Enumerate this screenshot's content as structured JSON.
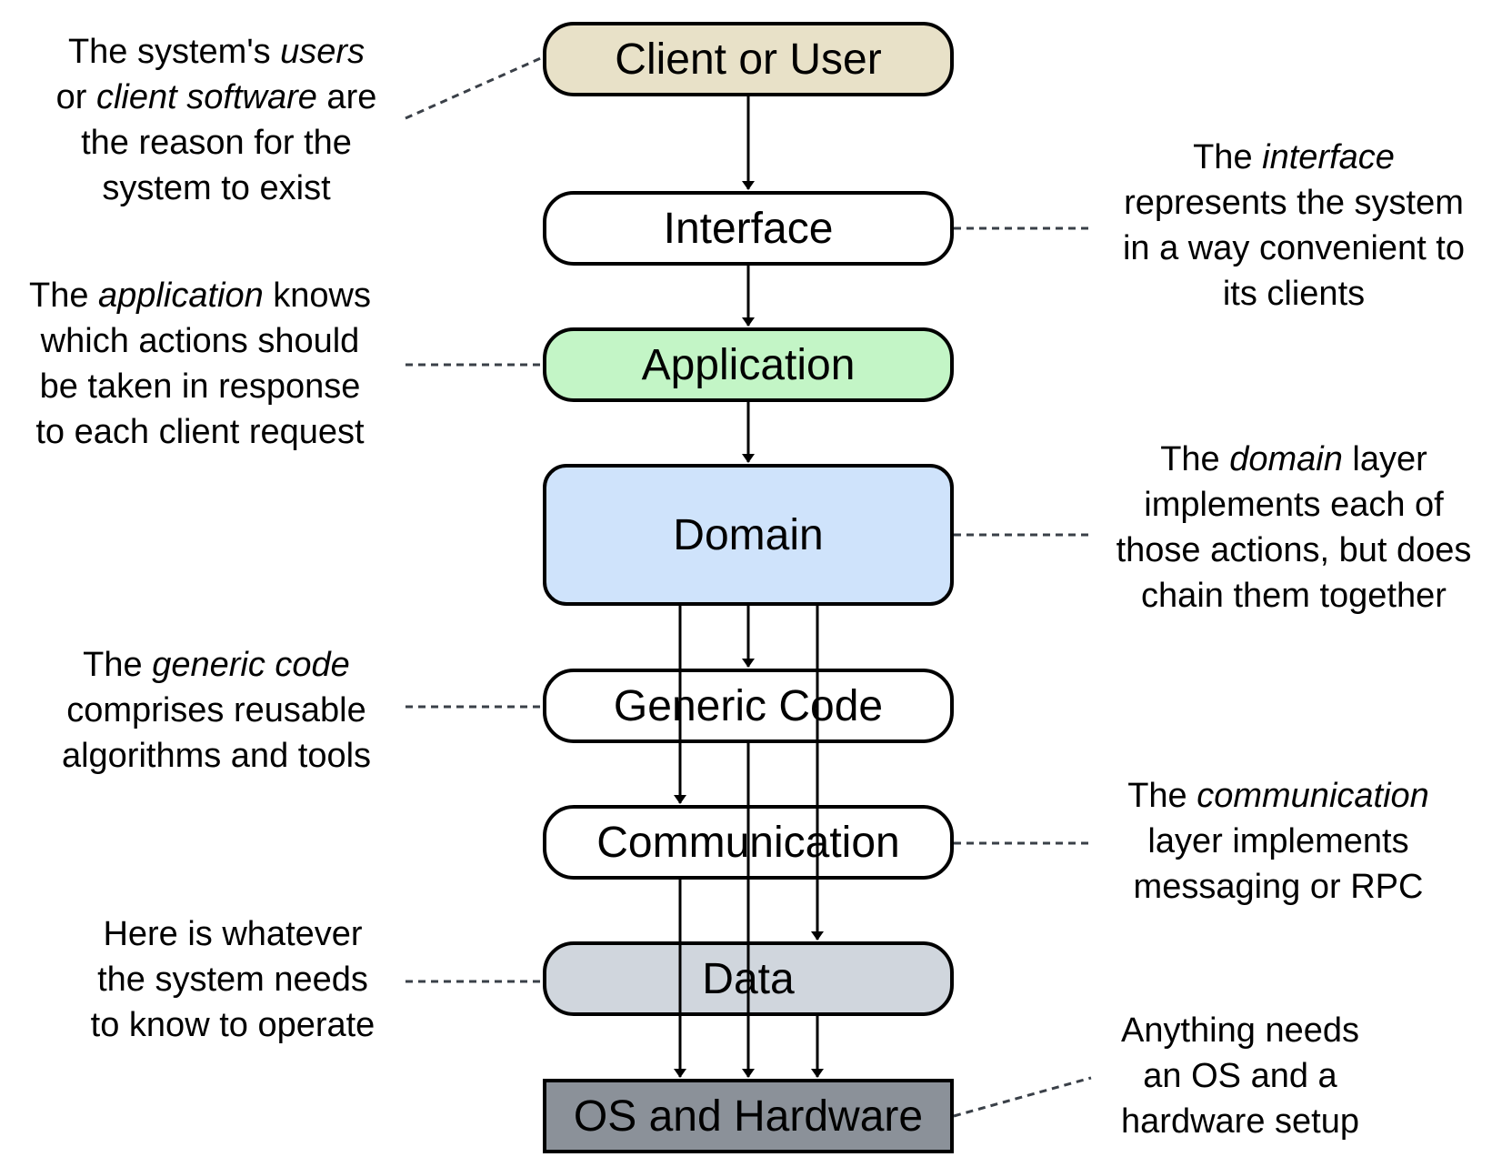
{
  "colors": {
    "client": "#e8e1c8",
    "interface": "#ffffff",
    "application": "#c3f5c6",
    "domain": "#cfe3fb",
    "generic": "#ffffff",
    "communication": "#ffffff",
    "data": "#d0d6dd",
    "os": "#8b9199",
    "leader": "#3a4048",
    "arrow": "#000000"
  },
  "layers": {
    "client": "Client or User",
    "interface": "Interface",
    "application": "Application",
    "domain": "Domain",
    "generic": "Generic Code",
    "communication": "Communication",
    "data": "Data",
    "os": "OS and Hardware"
  },
  "notes": {
    "client": {
      "l1a": "The system's ",
      "l1b": "users",
      "l2a": "or ",
      "l2b": "client software",
      "l2c": " are",
      "l3": "the reason for the",
      "l4": "system to exist"
    },
    "interface": {
      "l1a": "The ",
      "l1b": "interface",
      "l2": "represents the system",
      "l3": "in a way convenient to",
      "l4": "its clients"
    },
    "application": {
      "l1a": "The ",
      "l1b": "application",
      "l1c": " knows",
      "l2": "which actions should",
      "l3": "be taken in response",
      "l4": "to each client request"
    },
    "domain": {
      "l1a": "The ",
      "l1b": "domain",
      "l1c": " layer",
      "l2": "implements each of",
      "l3": "those actions, but does",
      "l4": "chain them together"
    },
    "generic": {
      "l1a": "The ",
      "l1b": "generic code",
      "l2": "comprises reusable",
      "l3": "algorithms and tools"
    },
    "communication": {
      "l1a": "The ",
      "l1b": "communication",
      "l2": "layer implements",
      "l3": "messaging or RPC"
    },
    "data": {
      "l1": "Here is whatever",
      "l2": "the system needs",
      "l3": "to know to operate"
    },
    "os": {
      "l1": "Anything needs",
      "l2": "an OS and a",
      "l3": "hardware setup"
    }
  }
}
